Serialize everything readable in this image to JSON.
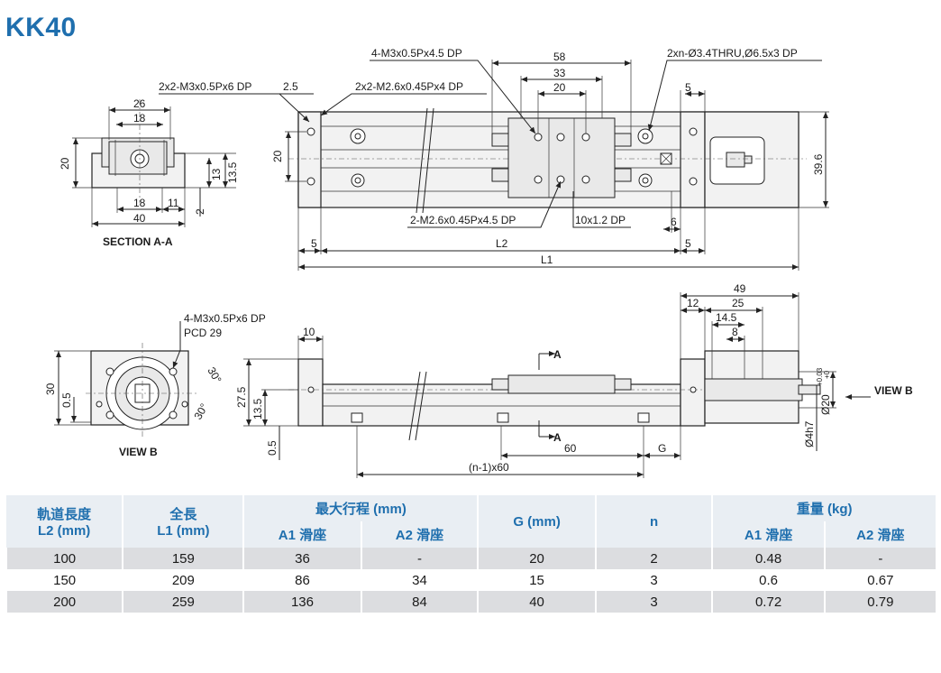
{
  "title": "KK40",
  "top_view": {
    "labels": {
      "four_m3": "4-M3x0.5Px4.5 DP",
      "dim_58": "58",
      "dim_33": "33",
      "dim_20": "20",
      "thru": "2xn-Ø3.4THRU,Ø6.5x3 DP",
      "dim_5_top": "5",
      "two_m3": "2x2-M3x0.5Px6 DP",
      "dim_2_5": "2.5",
      "two_m26": "2x2-M2.6x0.45Px4 DP",
      "dim_20_side": "20",
      "dim_39_6": "39.6",
      "m26_bottom": "2-M2.6x0.45Px4.5 DP",
      "dp_10": "10x1.2 DP",
      "dim_6": "6",
      "dim_5_left": "5",
      "dim_5_right": "5",
      "l2": "L2",
      "l1": "L1"
    }
  },
  "section": {
    "labels": {
      "dim_26": "26",
      "dim_18_top": "18",
      "dim_20": "20",
      "dim_13": "13",
      "dim_13_5": "13.5",
      "dim_18_bottom": "18",
      "dim_11": "11",
      "dim_2": "2",
      "dim_40": "40",
      "caption": "SECTION A-A"
    }
  },
  "view_b": {
    "labels": {
      "m3": "4-M3x0.5Px6 DP",
      "pcd": "PCD 29",
      "ang_30a": "30°",
      "ang_30b": "30°",
      "dim_30": "30",
      "dim_0_5": "0.5",
      "caption": "VIEW B"
    }
  },
  "side_view": {
    "labels": {
      "dim_10": "10",
      "dim_27_5": "27.5",
      "dim_13_5": "13.5",
      "dim_0_5": "0.5",
      "a_top": "A",
      "a_bottom": "A",
      "dim_60": "60",
      "dim_g": "G",
      "n1x60": "(n-1)x60",
      "dim_49": "49",
      "dim_12": "12",
      "dim_25": "25",
      "dim_14_5": "14.5",
      "dim_8": "8",
      "phi20": "Ø20",
      "tol_up": "+0.03",
      "tol_dn": "+0",
      "phi4": "Ø4h7",
      "viewb": "VIEW B"
    }
  },
  "table": {
    "headers": {
      "rail_length": "軌道長度",
      "rail_l2": "L2 (mm)",
      "total_length": "全長",
      "total_l1": "L1 (mm)",
      "max_stroke": "最大行程 (mm)",
      "a1_slider": "A1 滑座",
      "a2_slider": "A2 滑座",
      "g": "G (mm)",
      "n": "n",
      "weight": "重量 (kg)",
      "w_a1": "A1 滑座",
      "w_a2": "A2 滑座"
    },
    "rows": [
      [
        "100",
        "159",
        "36",
        "-",
        "20",
        "2",
        "0.48",
        "-"
      ],
      [
        "150",
        "209",
        "86",
        "34",
        "15",
        "3",
        "0.6",
        "0.67"
      ],
      [
        "200",
        "259",
        "136",
        "84",
        "40",
        "3",
        "0.72",
        "0.79"
      ]
    ]
  },
  "colors": {
    "title": "#1f6fae",
    "header_bg": "#e9eef3",
    "row_shade": "#dcdde0"
  }
}
